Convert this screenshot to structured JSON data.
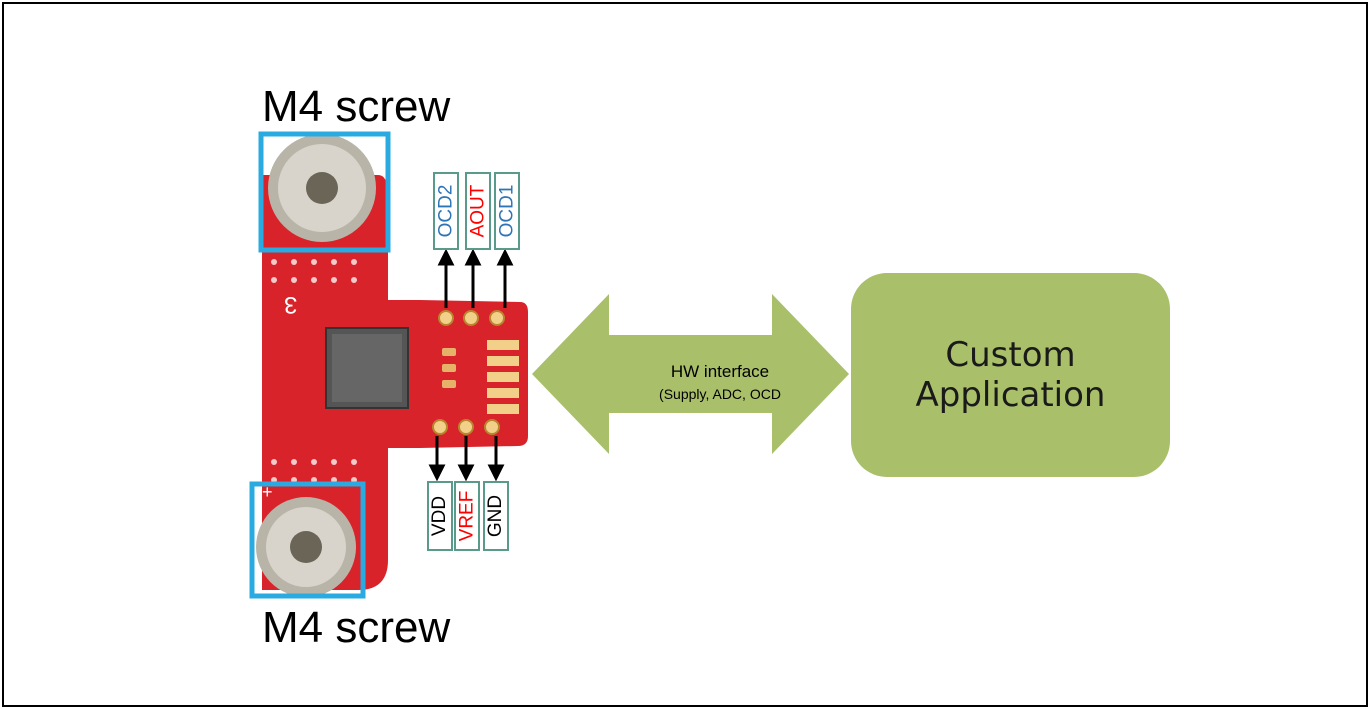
{
  "screws": {
    "top_label": "M4 screw",
    "bottom_label": "M4 screw"
  },
  "board": {
    "marking": "3",
    "plus_mark": "+"
  },
  "pins_top": [
    {
      "label": "OCD2",
      "color": "#2e75b6"
    },
    {
      "label": "AOUT",
      "color": "#ff0000"
    },
    {
      "label": "OCD1",
      "color": "#2e75b6"
    }
  ],
  "pins_bottom": [
    {
      "label": "VDD",
      "color": "#000000"
    },
    {
      "label": "VREF",
      "color": "#ff0000"
    },
    {
      "label": "GND",
      "color": "#000000"
    }
  ],
  "interface": {
    "title": "HW interface",
    "subtitle": "(Supply, ADC, OCD"
  },
  "application": {
    "line1": "Custom",
    "line2": "Application"
  },
  "colors": {
    "board_red": "#d8232a",
    "screw_box": "#29abe2",
    "arrow_green": "#a9bf6a",
    "pin_border": "#5a9a8a"
  }
}
